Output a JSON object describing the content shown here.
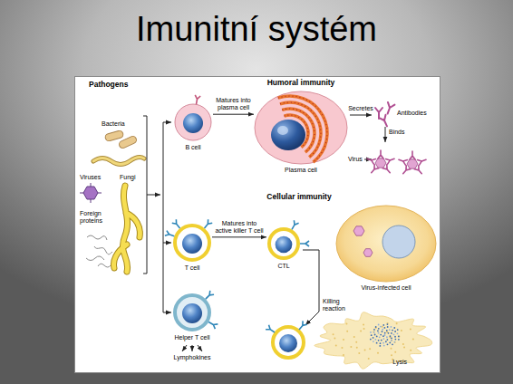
{
  "diagram": {
    "title": "Imunitní systém",
    "nodes": [
      {
        "text": [
          "B cell"
        ]
      },
      {
        "text": [
          "Plasma cell"
        ]
      },
      {
        "text": [
          "T cell"
        ]
      },
      {
        "text": [
          "CTL"
        ]
      },
      {
        "text": [
          "Virus-infected cell"
        ]
      },
      {
        "text": [
          "Helper T cell"
        ]
      },
      {
        "text": [
          "Lysis"
        ]
      }
    ],
    "edges": [
      {
        "from": 0,
        "to": 1,
        "label": "Matures into plasma cell",
        "arrow": "to"
      },
      {
        "from": 2,
        "to": 3,
        "label": "Matures into active killer T cell",
        "arrow": "to"
      }
    ],
    "labels": [
      "Pathogens",
      "Bacteria",
      "Viruses",
      "Fungi",
      "Foreign proteins",
      "Humoral immunity",
      "Secretes",
      "Antibodies",
      "Binds",
      "Virus",
      "Cellular immunity",
      "Killing reaction",
      "Lymphokines"
    ]
  }
}
